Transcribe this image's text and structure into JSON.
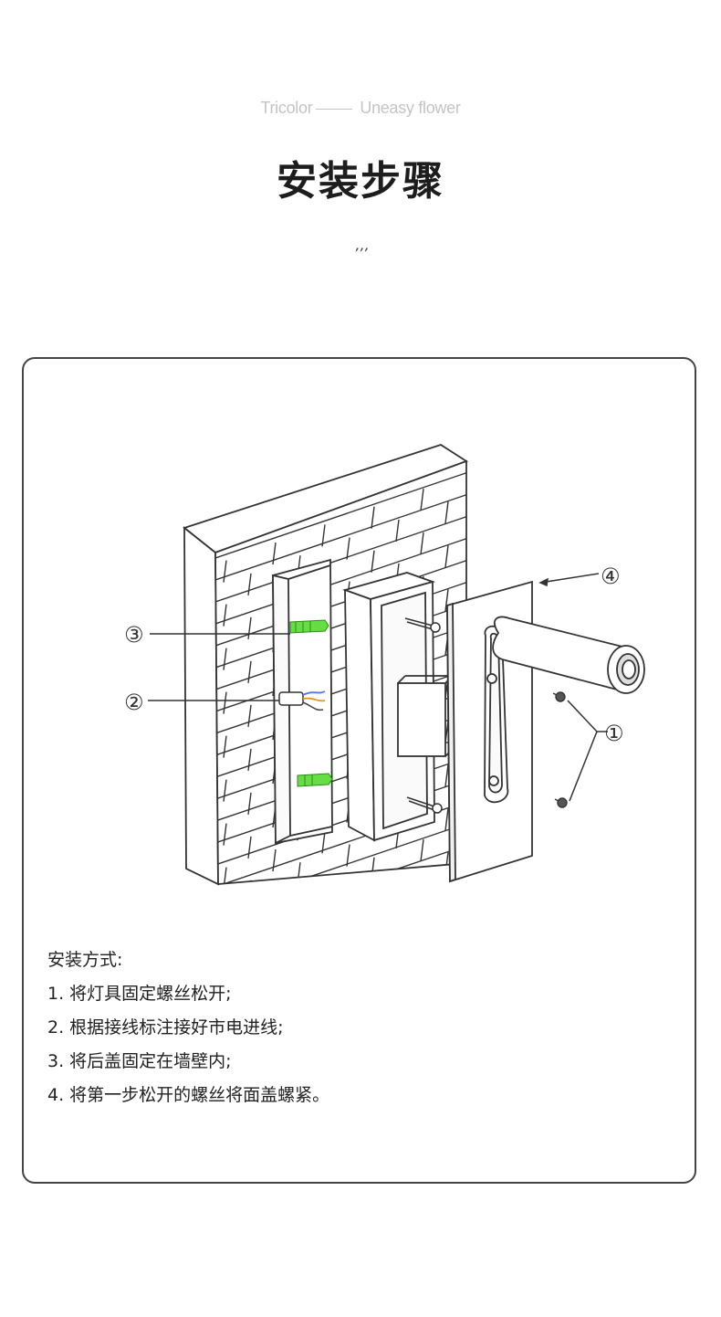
{
  "header": {
    "subtitle_left": "Tricolor",
    "subtitle_right": "Uneasy flower",
    "title": "安装步骤",
    "decor_mark": "’’’"
  },
  "diagram": {
    "callouts": [
      "①",
      "②",
      "③",
      "④"
    ]
  },
  "instructions": {
    "heading": "安装方式:",
    "steps": [
      "1. 将灯具固定螺丝松开;",
      "2. 根据接线标注接好市电进线;",
      "3. 将后盖固定在墙壁内;",
      "4. 将第一步松开的螺丝将面盖螺紧。"
    ]
  },
  "colors": {
    "anchor_green": "#66dd44",
    "line": "#333333",
    "border": "#444444"
  }
}
